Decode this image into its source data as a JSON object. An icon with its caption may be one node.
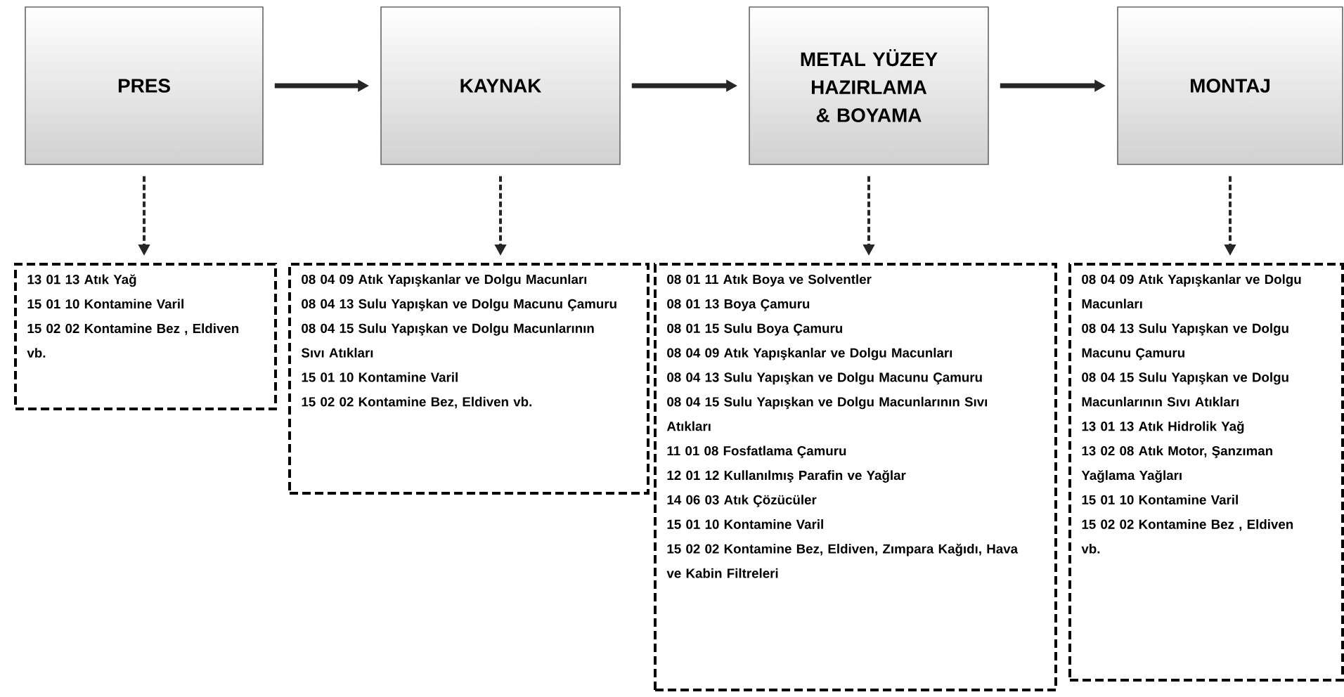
{
  "diagram": {
    "nodes": [
      {
        "text": [
          "PRES"
        ]
      },
      {
        "text": [
          "KAYNAK"
        ]
      },
      {
        "text": [
          "METAL YÜZEY HAZIRLAMA & BOYAMA"
        ]
      },
      {
        "text": [
          "MONTAJ"
        ]
      },
      {
        "text": [
          "13 01 13 Atık Yağ",
          "15 01 10 Kontamine Varil",
          "15 02 02 Kontamine Bez , Eldiven vb."
        ]
      },
      {
        "text": [
          "08 04 09 Atık Yapışkanlar ve Dolgu Macunları",
          "08 04 13 Sulu Yapışkan ve Dolgu Macunu Çamuru",
          "08 04 15 Sulu Yapışkan ve Dolgu Macunlarının Sıvı Atıkları",
          "15 01 10 Kontamine Varil",
          "15 02 02 Kontamine Bez, Eldiven vb."
        ]
      },
      {
        "text": [
          "08 01 11 Atık Boya ve Solventler",
          "08 01 13 Boya Çamuru",
          "08 01 15 Sulu Boya Çamuru",
          "08 04 09 Atık Yapışkanlar ve Dolgu Macunları",
          "08 04 13 Sulu Yapışkan ve Dolgu Macunu Çamuru",
          "08 04 15 Sulu Yapışkan ve Dolgu Macunlarının Sıvı Atıkları",
          "11 01 08 Fosfatlama Çamuru",
          "12 01 12 Kullanılmış Parafin ve Yağlar",
          "14 06 03 Atık Çözücüler",
          "15 01 10 Kontamine Varil",
          "15 02 02 Kontamine Bez, Eldiven, Zımpara Kağıdı, Hava ve Kabin Filtreleri"
        ]
      },
      {
        "text": [
          "08 04 09 Atık Yapışkanlar ve Dolgu Macunları",
          "08 04 13 Sulu Yapışkan ve Dolgu Macunu Çamuru",
          "08 04 15 Sulu Yapışkan ve Dolgu Macunlarının Sıvı Atıkları",
          "13 01 13 Atık Hidrolik Yağ",
          "13 02 08 Atık Motor, Şanzıman Yağlama Yağları",
          "15 01 10 Kontamine Varil",
          "15 02 02 Kontamine Bez , Eldiven vb."
        ]
      }
    ],
    "edges": [
      {
        "from": 0,
        "to": 1,
        "arrow": "to"
      },
      {
        "from": 1,
        "to": 2,
        "arrow": "to"
      },
      {
        "from": 2,
        "to": 3,
        "arrow": "to"
      },
      {
        "from": 0,
        "to": 4,
        "arrow": "to",
        "style": "dashed"
      },
      {
        "from": 1,
        "to": 5,
        "arrow": "to",
        "style": "dashed"
      },
      {
        "from": 2,
        "to": 6,
        "arrow": "to",
        "style": "dashed"
      },
      {
        "from": 3,
        "to": 7,
        "arrow": "to",
        "style": "dashed"
      }
    ]
  }
}
